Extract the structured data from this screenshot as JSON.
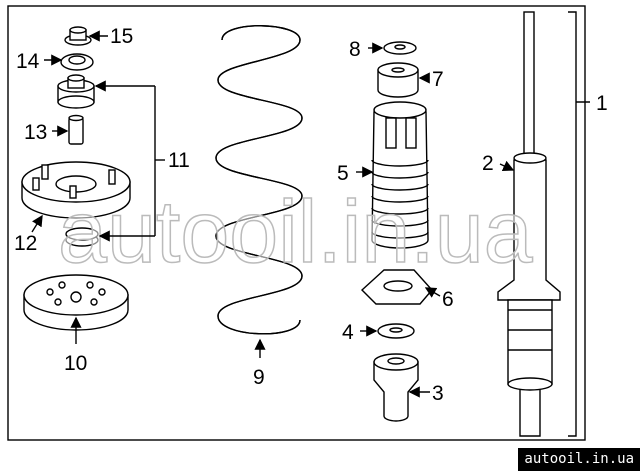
{
  "diagram": {
    "callouts": {
      "c1": "1",
      "c2": "2",
      "c3": "3",
      "c4": "4",
      "c5": "5",
      "c6": "6",
      "c7": "7",
      "c8": "8",
      "c9": "9",
      "c10": "10",
      "c11": "11",
      "c12": "12",
      "c13": "13",
      "c14": "14",
      "c15": "15"
    },
    "watermark": "autooil.in.ua",
    "badge": "autooil.in.ua"
  }
}
